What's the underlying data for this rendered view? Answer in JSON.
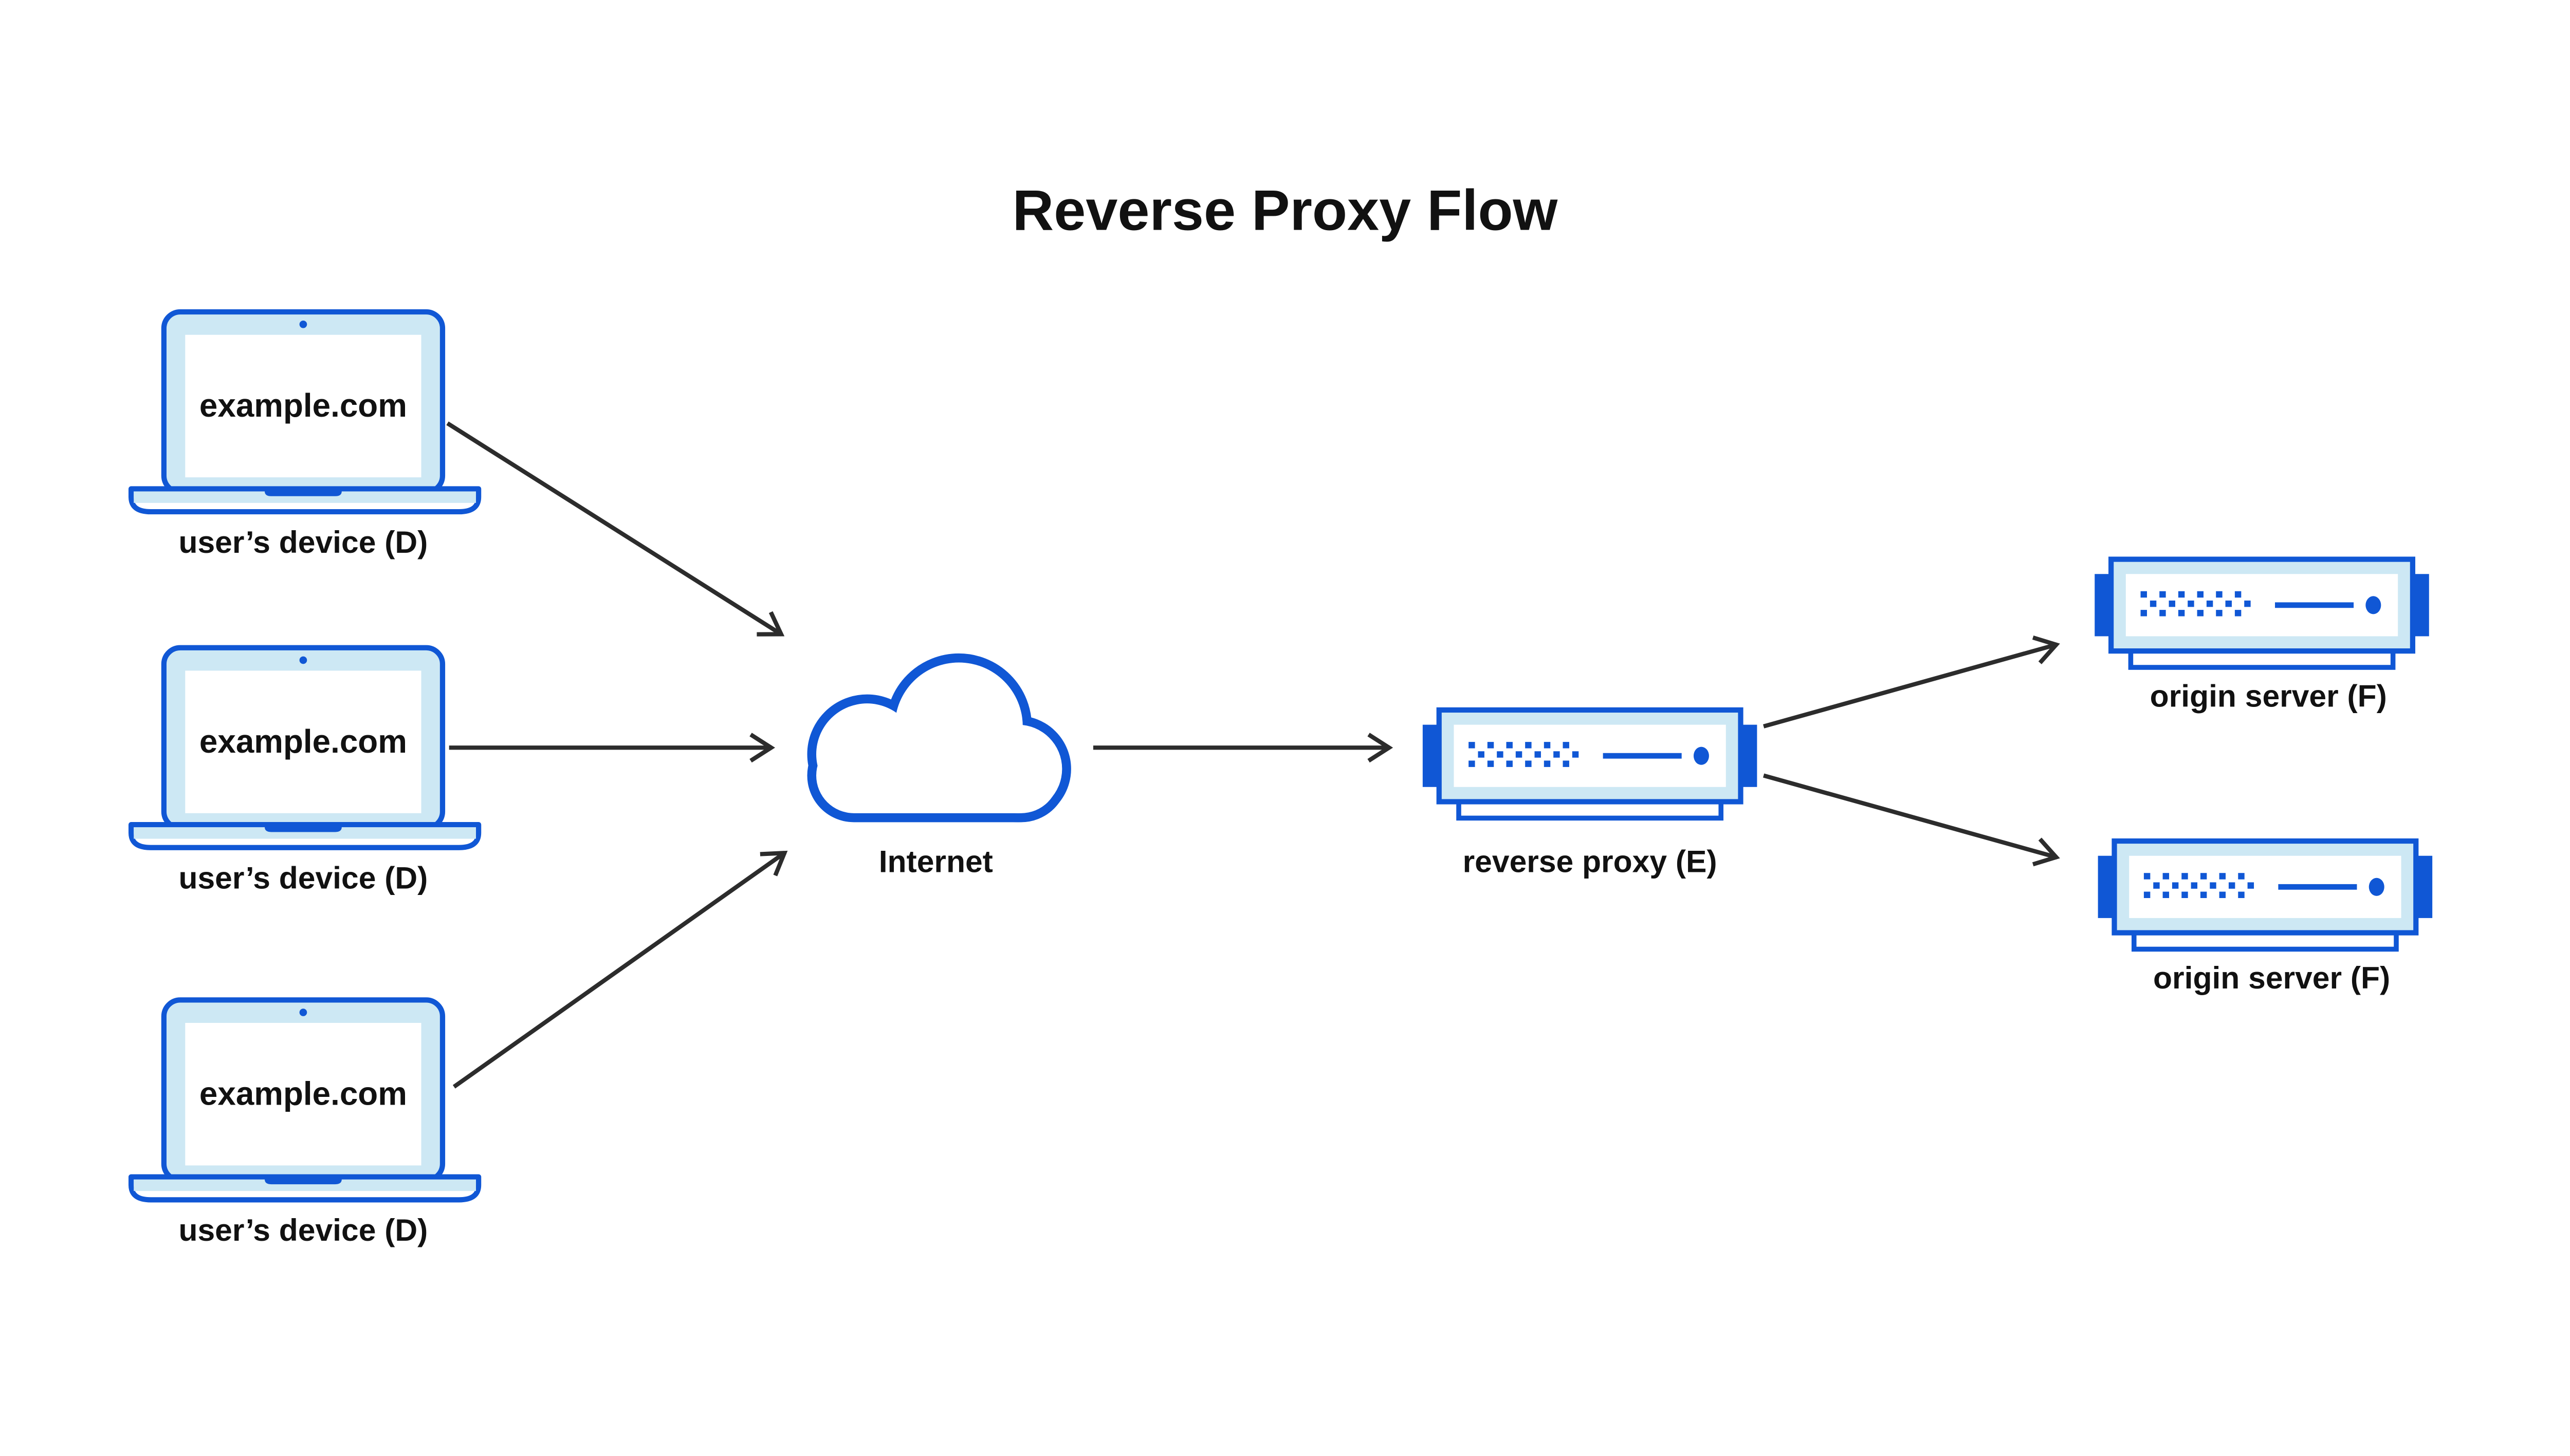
{
  "title": "Reverse Proxy Flow",
  "devices": [
    {
      "screen_text": "example.com",
      "label": "user’s device (D)"
    },
    {
      "screen_text": "example.com",
      "label": "user’s device (D)"
    },
    {
      "screen_text": "example.com",
      "label": "user’s device (D)"
    }
  ],
  "internet": {
    "label": "Internet"
  },
  "reverse_proxy": {
    "label": "reverse proxy (E)"
  },
  "origin_servers": [
    {
      "label": "origin server (F)"
    },
    {
      "label": "origin server (F)"
    }
  ],
  "colors": {
    "blue": "#1057d5",
    "light_blue": "#cde8f4",
    "arrow": "#2c2c2c",
    "text": "#111111",
    "background": "#ffffff"
  }
}
